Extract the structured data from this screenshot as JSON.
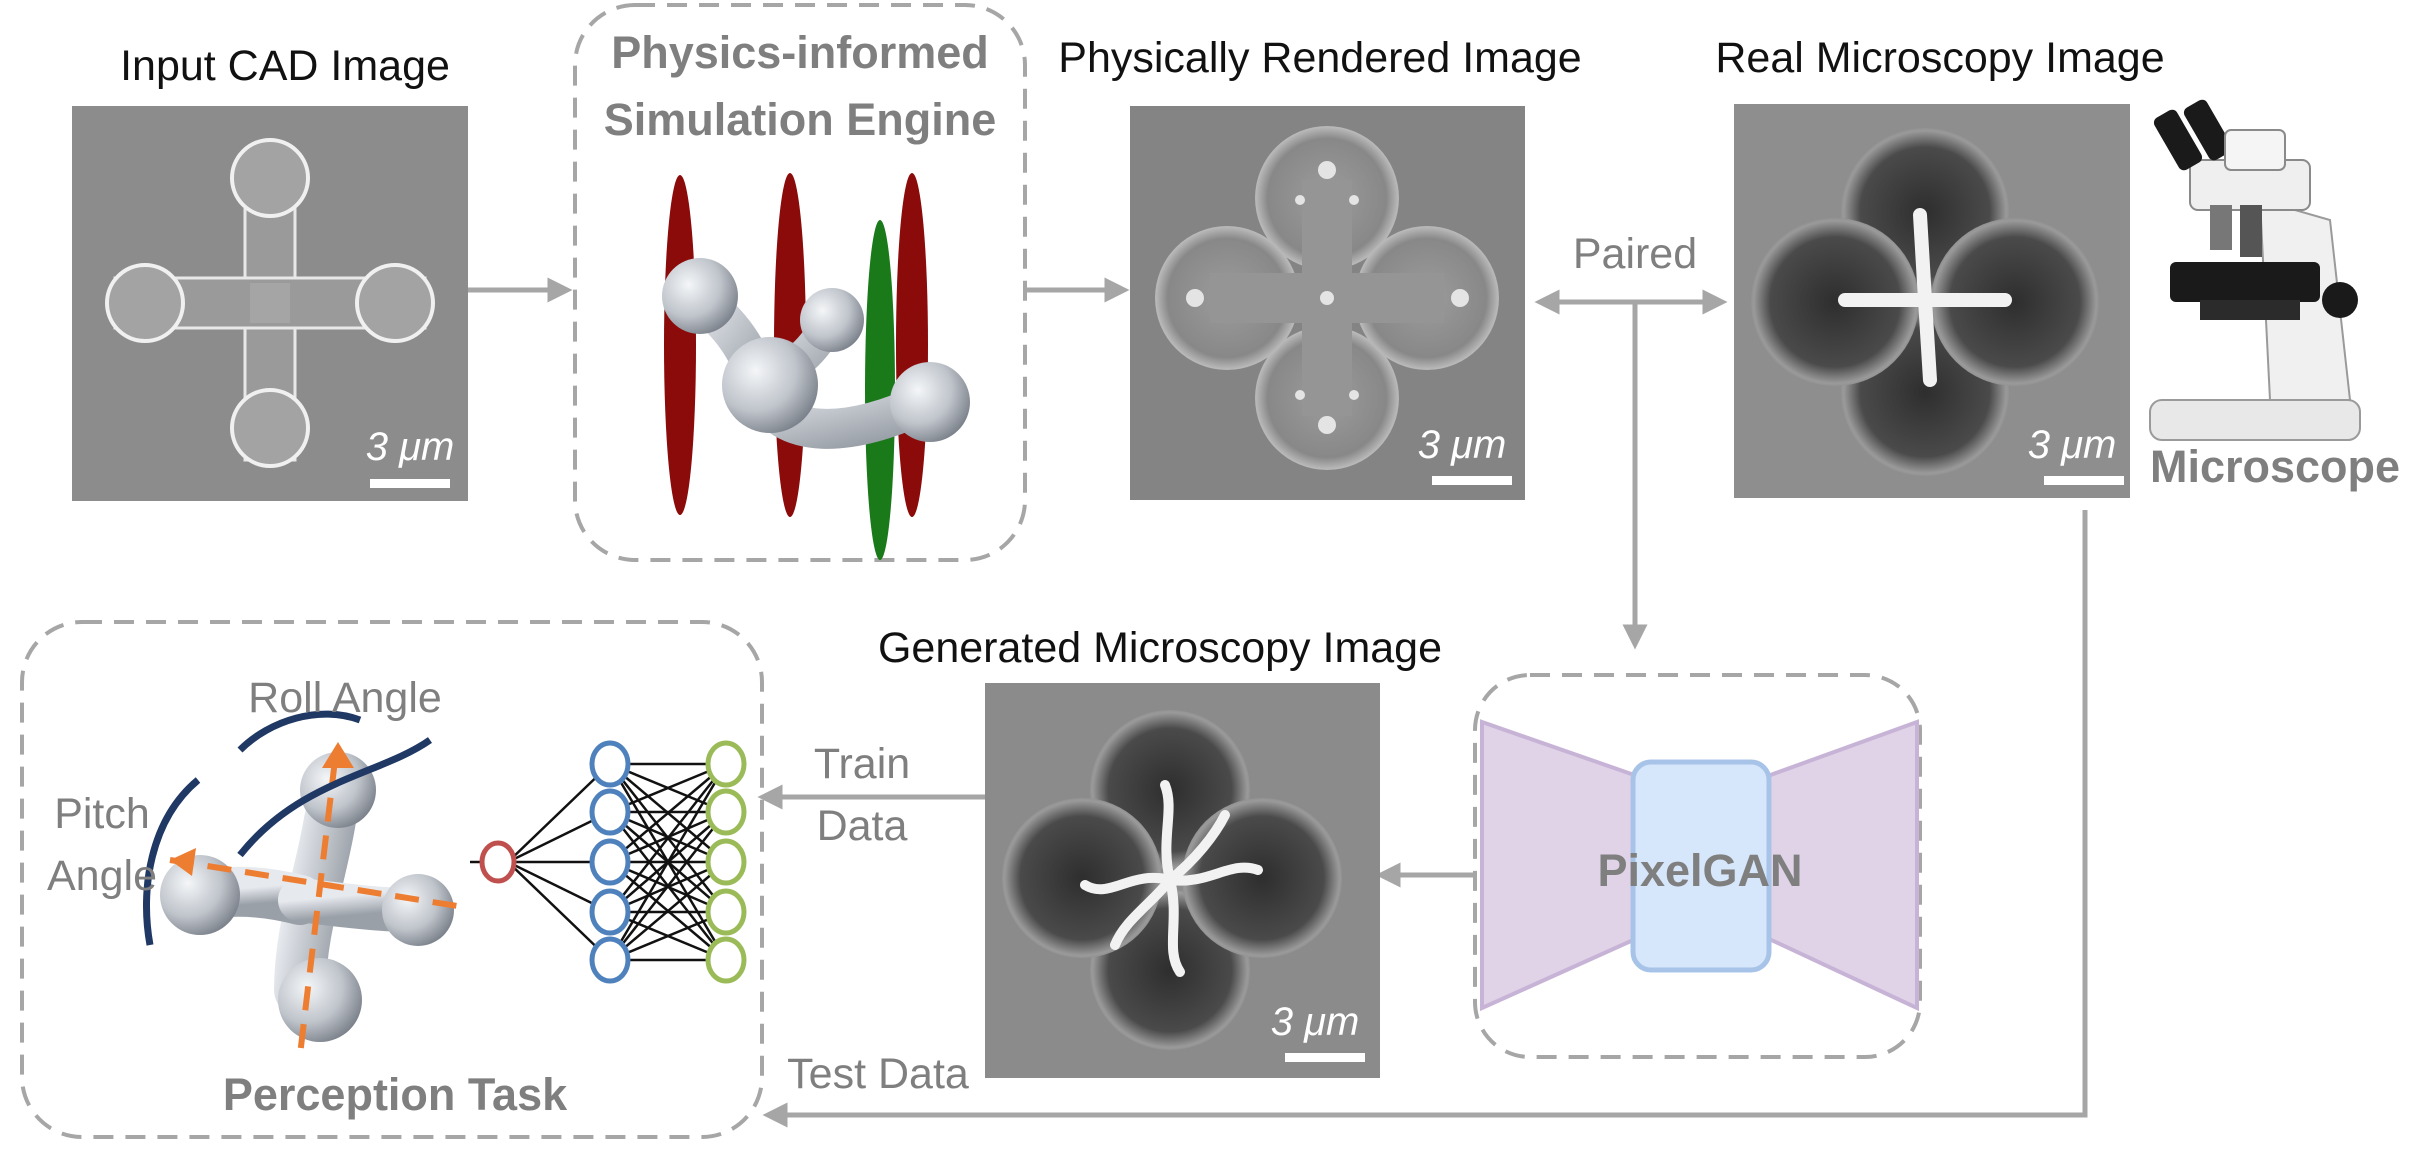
{
  "labels": {
    "input_cad": "Input CAD Image",
    "physics_engine_line1": "Physics-informed",
    "physics_engine_line2": "Simulation Engine",
    "physically_rendered": "Physically Rendered Image",
    "real_microscopy": "Real Microscopy Image",
    "microscope": "Microscope",
    "paired": "Paired",
    "generated_microscopy": "Generated Microscopy Image",
    "pixelgan": "PixelGAN",
    "train_data_line1": "Train",
    "train_data_line2": "Data",
    "test_data": "Test Data",
    "roll_angle": "Roll Angle",
    "pitch_angle_line1": "Pitch",
    "pitch_angle_line2": "Angle",
    "perception_task": "Perception Task"
  },
  "scale_bars": {
    "cad": "3 μm",
    "rendered": "3 μm",
    "real": "3 μm",
    "generated": "3 μm"
  },
  "colors": {
    "arrow_grey": "#a6a6a6",
    "label_grey": "#7f7f7f",
    "plane_red": "#8b0a0a",
    "plane_green": "#1a7a1a",
    "gan_purple": "#e0d3e8",
    "gan_blue": "#d6e6fb",
    "nn_blue": "#4f81bd",
    "nn_green": "#9bbb59",
    "nn_red": "#c0504d",
    "axis_orange": "#ed7d31",
    "arc_navy": "#1f3864"
  },
  "icons": [
    "microscope-icon",
    "neural-network-icon",
    "robot-shape-icon"
  ]
}
